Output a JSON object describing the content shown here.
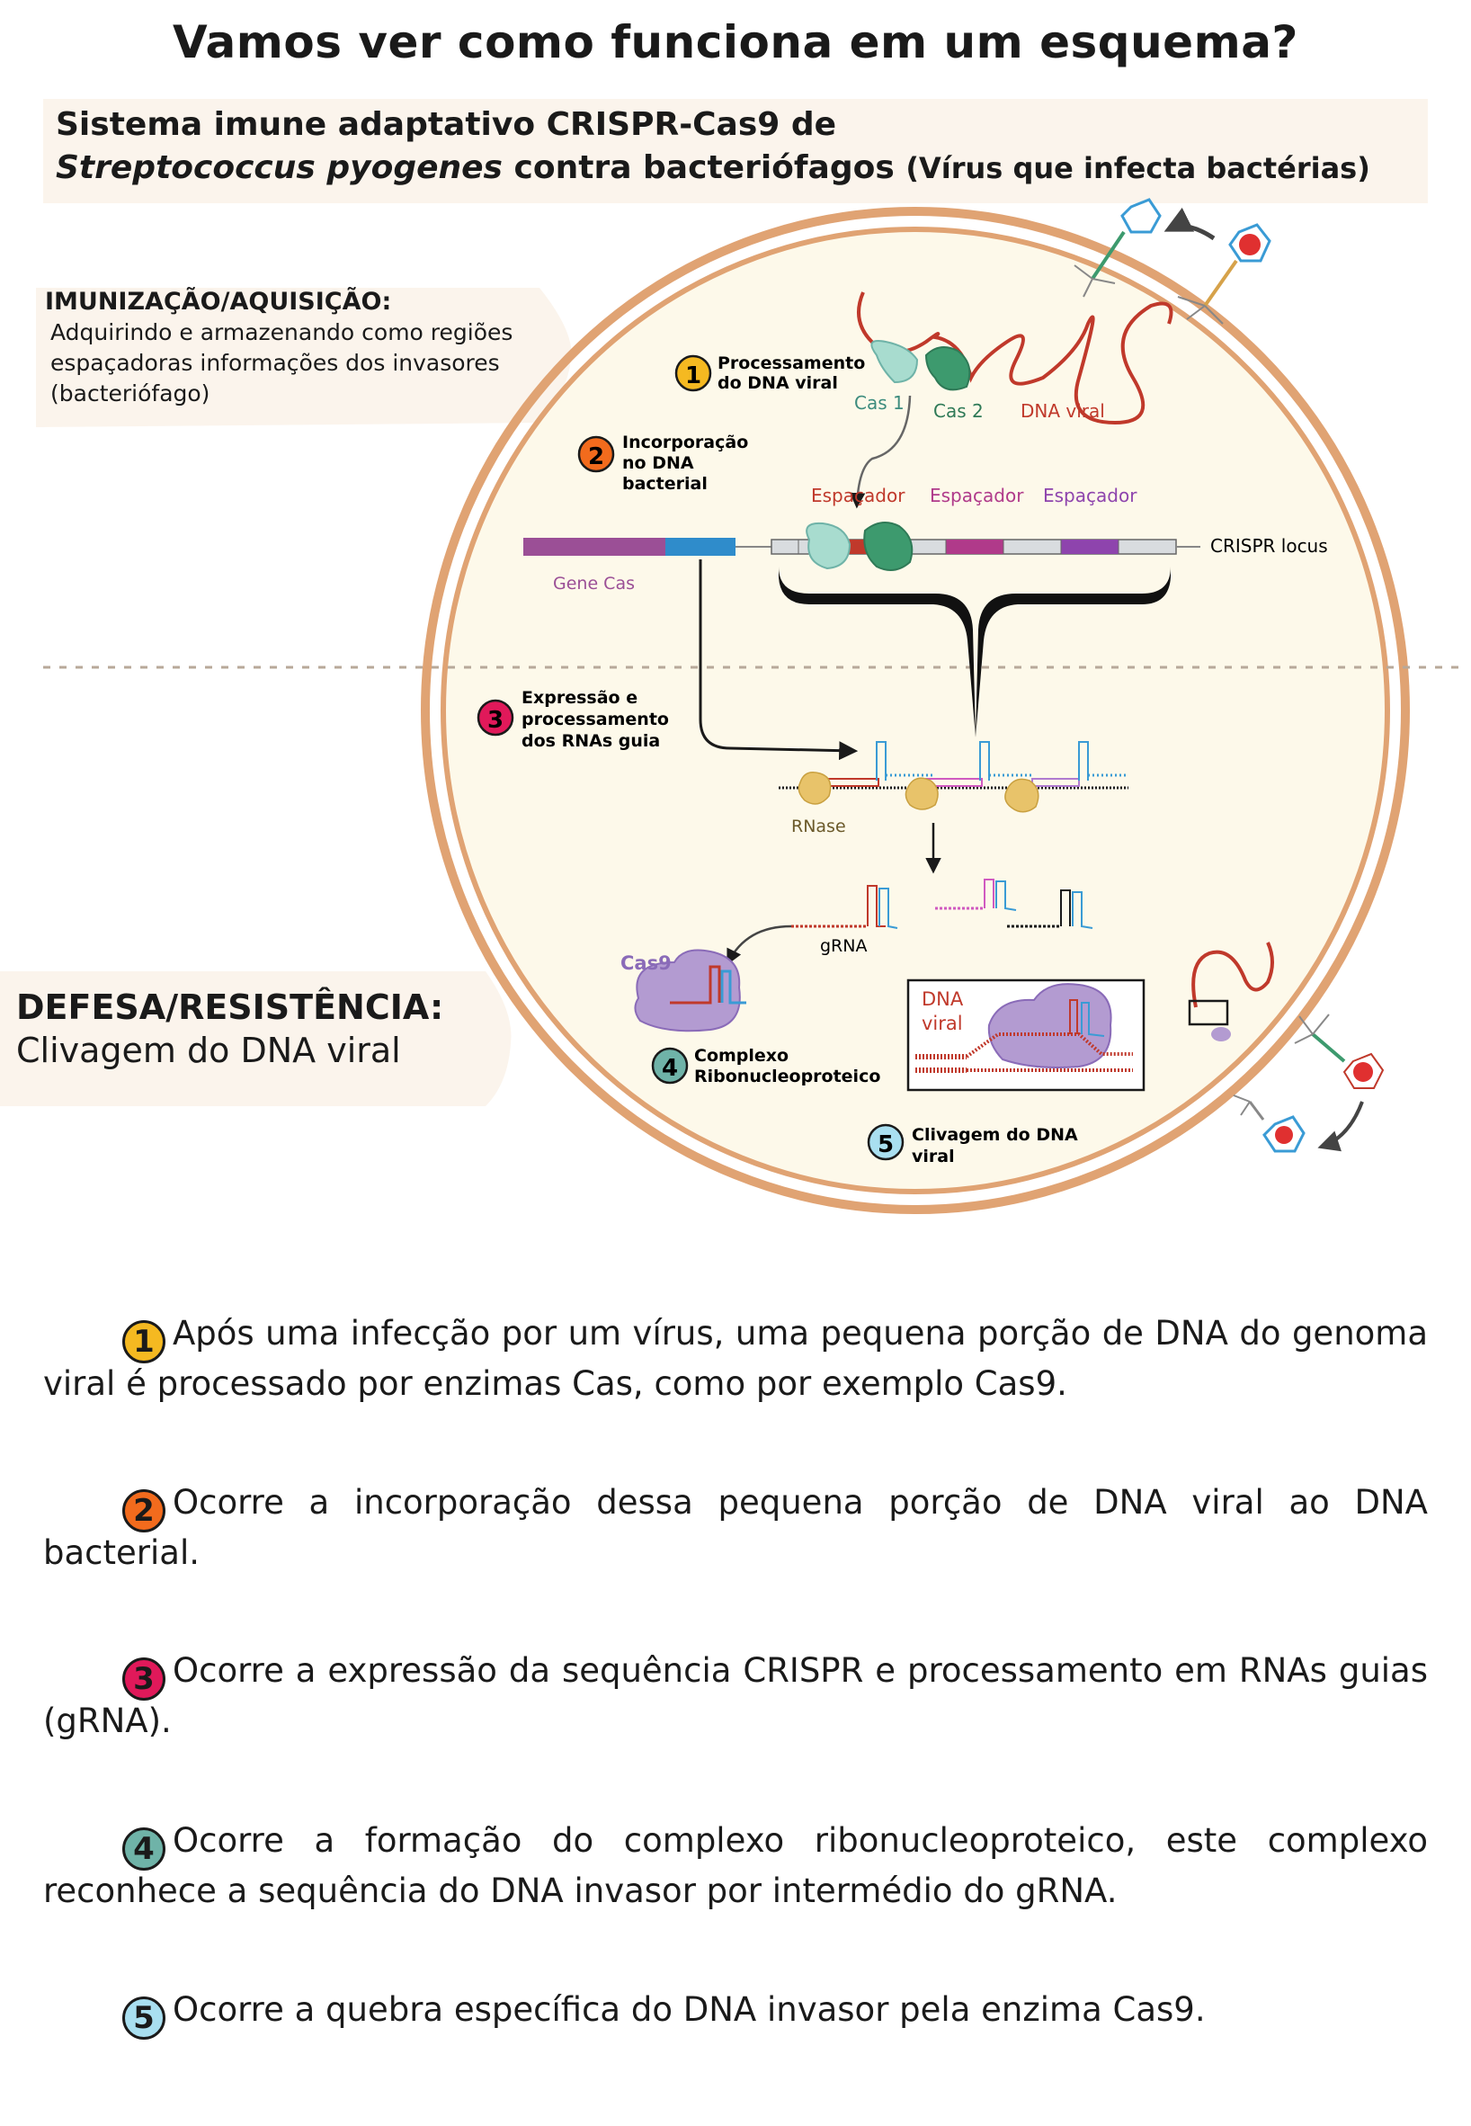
{
  "header": {
    "title": "Vamos ver como funciona em um esquema?",
    "subtitle_line1": "Sistema imune adaptativo CRISPR-Cas9 de",
    "subtitle_species": "Streptococcus pyogenes",
    "subtitle_rest": "contra bacteriófagos",
    "subtitle_paren": "(Vírus que infecta bactérias)"
  },
  "immunization": {
    "title": "IMUNIZAÇÃO/AQUISIÇÃO:",
    "lines": [
      "Adquirindo e armazenando como regiões",
      "espaçadoras informações dos invasores",
      "(bacteriófago)"
    ]
  },
  "defense": {
    "title": "DEFESA/RESISTÊNCIA:",
    "text": "Clivagem do DNA viral"
  },
  "diagram": {
    "steps": [
      {
        "num": "1",
        "line1": "Processamento",
        "line2": "do DNA viral",
        "color": "#f5b921"
      },
      {
        "num": "2",
        "line1": "Incorporação",
        "line2": "no DNA",
        "line3": "bacterial",
        "color": "#f26b1d"
      },
      {
        "num": "3",
        "line1": "Expressão e",
        "line2": "processamento",
        "line3": "dos RNAs guia",
        "color": "#e0195a"
      },
      {
        "num": "4",
        "line1": "Complexo",
        "line2": "Ribonucleoproteico",
        "color": "#6fb3a8"
      },
      {
        "num": "5",
        "line1": "Clivagem do DNA",
        "line2": "viral",
        "color": "#a9dff0"
      }
    ],
    "labels": {
      "cas1": "Cas 1",
      "cas2": "Cas 2",
      "dna_viral": "DNA viral",
      "spacer": "Espaçador",
      "crispr_locus": "CRISPR locus",
      "gene_cas": "Gene Cas",
      "rnase": "RNase",
      "grna": "gRNA",
      "cas9": "Cas9",
      "inset_dna": "DNA",
      "inset_viral": "viral"
    },
    "colors": {
      "cell_wall": "#e0a373",
      "cell_fill": "#fdf9ea",
      "spacer1": "#c0392b",
      "spacer2": "#b03a8a",
      "spacer3": "#8e44ad",
      "gene_cas": "#9b4f96",
      "cas9_protein": "#b39bd1",
      "cas_teal": "#7fc9b5",
      "cas_green": "#3d9a6e",
      "rna_blue": "#3a9bd5",
      "viral_red": "#c0392b"
    }
  },
  "paragraphs": [
    {
      "num": "1",
      "text": "Após uma infecção por um vírus, uma pequena porção de DNA do genoma viral é processado por enzimas Cas, como por exemplo Cas9.",
      "color": "#f5b921"
    },
    {
      "num": "2",
      "text": "Ocorre a incorporação dessa pequena porção de DNA viral ao DNA bacterial.",
      "color": "#f26b1d"
    },
    {
      "num": "3",
      "text": "Ocorre a expressão da sequência CRISPR e processamento em RNAs guias (gRNA).",
      "color": "#e0195a"
    },
    {
      "num": "4",
      "text": "Ocorre a formação do complexo ribonucleoproteico, este complexo reconhece a sequência do DNA invasor por intermédio do gRNA.",
      "color": "#6fb3a8"
    },
    {
      "num": "5",
      "text": "Ocorre a quebra específica do DNA invasor pela enzima Cas9.",
      "color": "#a9dff0"
    }
  ]
}
